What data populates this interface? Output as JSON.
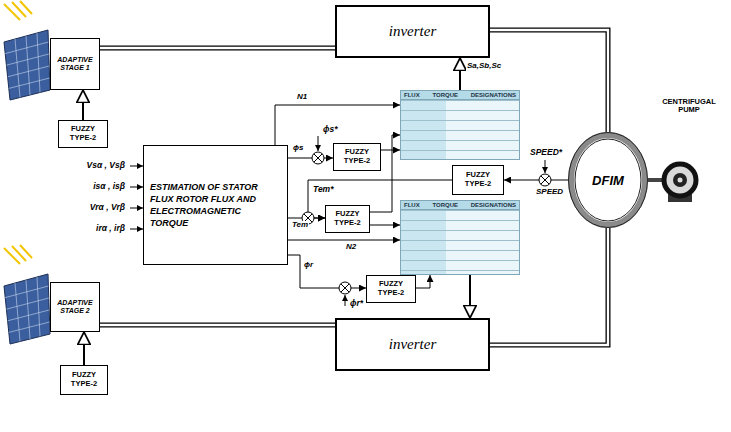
{
  "diagram": {
    "nodes": [
      {
        "text": [
          "ADAPTIVE STAGE 1"
        ]
      },
      {
        "text": [
          "FUZZY TYPE-2"
        ]
      },
      {
        "text": [
          "inverter"
        ]
      },
      {
        "text": [
          "ESTIMATION OF STATOR FLUX ROTOR FLUX AND ELECTROMAGNETIC TORQUE"
        ]
      },
      {
        "text": [
          "FUZZY TYPE-2"
        ]
      },
      {
        "text": [
          "FLUX",
          "TORQUE",
          "DESIGNATIONS"
        ]
      },
      {
        "text": [
          "FUZZY TYPE-2"
        ]
      },
      {
        "text": [
          "FUZZY TYPE-2"
        ]
      },
      {
        "text": [
          "FLUX",
          "TORQUE",
          "DESIGNATIONS"
        ]
      },
      {
        "text": [
          "FUZZY TYPE-2"
        ]
      },
      {
        "text": [
          "DFIM"
        ]
      },
      {
        "text": [
          "inverter"
        ]
      },
      {
        "text": [
          "ADAPTIVE STAGE 2"
        ]
      },
      {
        "text": [
          "FUZZY TYPE-2"
        ]
      }
    ],
    "edges": [
      {
        "from": 1,
        "to": 0,
        "arrow": "to"
      },
      {
        "from": 0,
        "to": 2,
        "arrow": "none"
      },
      {
        "from": 2,
        "to": 10,
        "arrow": "none"
      },
      {
        "from": 3,
        "to": 4,
        "arrow": "to",
        "label": "ϕs"
      },
      {
        "from": 4,
        "to": 5,
        "arrow": "to"
      },
      {
        "from": 3,
        "to": 5,
        "arrow": "to",
        "label": "N1"
      },
      {
        "from": 3,
        "to": 7,
        "arrow": "to",
        "label": "Tem"
      },
      {
        "from": 7,
        "to": 5,
        "arrow": "to"
      },
      {
        "from": 7,
        "to": 8,
        "arrow": "to"
      },
      {
        "from": 6,
        "to": 7,
        "arrow": "to"
      },
      {
        "from": 10,
        "to": 6,
        "arrow": "to",
        "label": "SPEED"
      },
      {
        "from": 3,
        "to": 9,
        "arrow": "to",
        "label": "ϕr"
      },
      {
        "from": 3,
        "to": 8,
        "arrow": "to",
        "label": "N2"
      },
      {
        "from": 9,
        "to": 8,
        "arrow": "to"
      },
      {
        "from": 5,
        "to": 2,
        "arrow": "to",
        "label": "Sa,Sb,Sc"
      },
      {
        "from": 8,
        "to": 11,
        "arrow": "to"
      },
      {
        "from": 12,
        "to": 11,
        "arrow": "none"
      },
      {
        "from": 11,
        "to": 10,
        "arrow": "none"
      },
      {
        "from": 13,
        "to": 12,
        "arrow": "to"
      }
    ],
    "labels": [
      "Vsα , Vsβ",
      "isα , isβ",
      "Vrα , Vrβ",
      "irα , irβ",
      "ϕs*",
      "Tem*",
      "ϕr*",
      "SPEED*",
      "CENTRIFUGAL PUMP"
    ]
  }
}
